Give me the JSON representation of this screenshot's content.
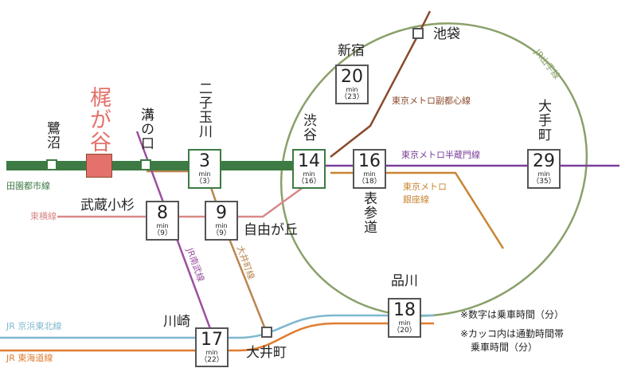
{
  "colors": {
    "den_en_toshi": "#3d7a44",
    "yamanote": "#8aa06a",
    "hanzomon": "#7a3f9a",
    "fukutoshin": "#8a4a2b",
    "ginza": "#c98532",
    "toyoko": "#d98888",
    "nambu": "#9b4fa0",
    "oimachi": "#b9854e",
    "keihin_tohoku": "#7fb8cf",
    "tokaido": "#e07c30",
    "kajigaya": "#e4716b"
  },
  "stations": {
    "kajigaya": "梶が谷",
    "saginuma": "鷺沼",
    "mizonokuchi": "溝の口",
    "futakotamagawa": "二子玉川",
    "shibuya": "渋谷",
    "omotesando": "表参道",
    "otemachi": "大手町",
    "shinjuku": "新宿",
    "ikebukuro": "池袋",
    "musashikosugi": "武蔵小杉",
    "jiyugaoka": "自由が丘",
    "shinagawa": "品川",
    "kawasaki": "川崎",
    "oimachi": "大井町"
  },
  "times": {
    "futakotamagawa": {
      "t": "3",
      "unit": "min",
      "rush": "（3）"
    },
    "shibuya": {
      "t": "14",
      "unit": "min",
      "rush": "（16）"
    },
    "omotesando": {
      "t": "16",
      "unit": "min",
      "rush": "（18）"
    },
    "otemachi": {
      "t": "29",
      "unit": "min",
      "rush": "（35）"
    },
    "shinjuku": {
      "t": "20",
      "unit": "min",
      "rush": "（23）"
    },
    "musashikosugi": {
      "t": "8",
      "unit": "min",
      "rush": "（9）"
    },
    "jiyugaoka": {
      "t": "9",
      "unit": "min",
      "rush": "（9）"
    },
    "shinagawa": {
      "t": "18",
      "unit": "min",
      "rush": "（20）"
    },
    "kawasaki": {
      "t": "17",
      "unit": "min",
      "rush": "（22）"
    }
  },
  "lines": {
    "den_en_toshi": "田園都市線",
    "toyoko": "東横線",
    "hanzomon": "東京メトロ半蔵門線",
    "fukutoshin": "東京メトロ副都心線",
    "ginza_1": "東京メトロ",
    "ginza_2": "銀座線",
    "yamanote": "JR山手線",
    "nambu": "JR南武線",
    "oimachi": "大井町線",
    "keihin_tohoku": "JR 京浜東北線",
    "tokaido": "JR 東海道線"
  },
  "notes": {
    "n1": "※数字は乗車時間（分）",
    "n2": "※カッコ内は通勤時間帯",
    "n3": "乗車時間（分）"
  }
}
